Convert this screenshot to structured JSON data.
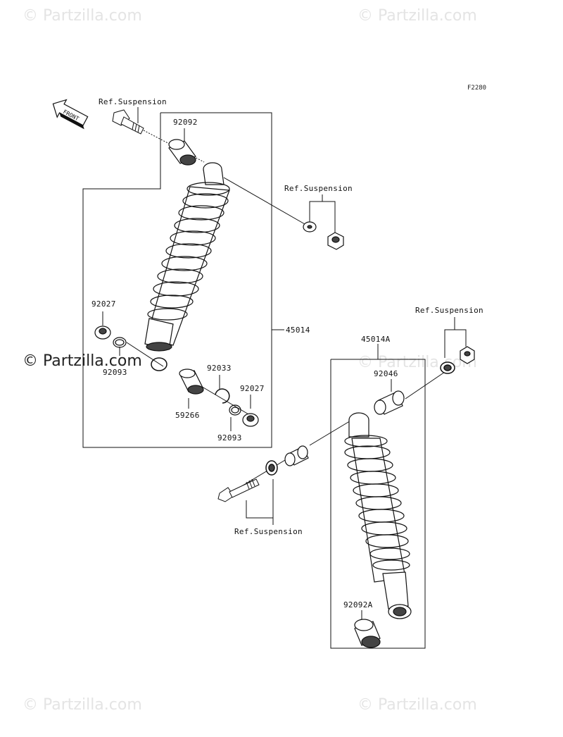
{
  "diagram": {
    "code": "F2280",
    "watermarks": {
      "top_left": "© Partzilla.com",
      "top_right": "© Partzilla.com",
      "middle_left": "© Partzilla.com",
      "middle_right": "© Partzilla.com",
      "bottom_left": "© Partzilla.com",
      "bottom_right": "© Partzilla.com"
    },
    "front_arrow_text": "FRONT",
    "labels": {
      "ref_suspension_1": "Ref.Suspension",
      "ref_suspension_2": "Ref.Suspension",
      "ref_suspension_3": "Ref.Suspension",
      "ref_suspension_4": "Ref.Suspension",
      "p92092": "92092",
      "p92027_a": "92027",
      "p92093_a": "92093",
      "p45014": "45014",
      "p92033": "92033",
      "p92027_b": "92027",
      "p59266": "59266",
      "p92093_b": "92093",
      "p45014A": "45014A",
      "p92046": "92046",
      "p92092A": "92092A"
    }
  }
}
